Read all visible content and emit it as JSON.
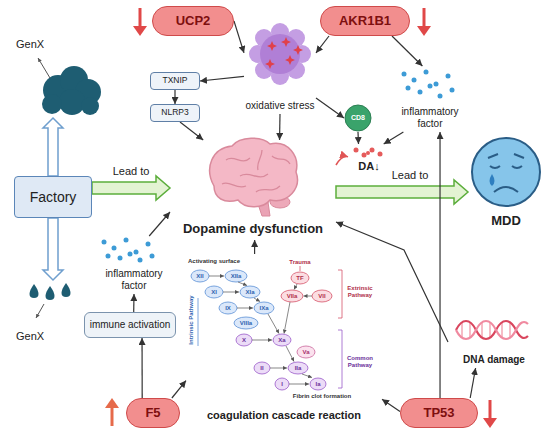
{
  "diagram": {
    "nodes": [
      {
        "text": [
          "UCP2"
        ]
      },
      {
        "text": [
          "AKR1B1"
        ]
      },
      {
        "text": [
          "oxidative stress"
        ]
      },
      {
        "text": [
          "TXNIP"
        ]
      },
      {
        "text": [
          "NLRP3"
        ]
      },
      {
        "text": [
          "GenX"
        ]
      },
      {
        "text": [
          "CD8"
        ]
      },
      {
        "text": [
          "inflammatory factor"
        ]
      },
      {
        "text": [
          "DA↓"
        ]
      },
      {
        "text": [
          "Factory"
        ]
      },
      {
        "text": [
          "Dopamine dysfunction"
        ]
      },
      {
        "text": [
          "MDD"
        ]
      },
      {
        "text": [
          "inflammatory factor"
        ]
      },
      {
        "text": [
          "GenX"
        ]
      },
      {
        "text": [
          "immune activation"
        ]
      },
      {
        "text": [
          "coagulation cascade reaction"
        ]
      },
      {
        "text": [
          "DNA damage"
        ]
      },
      {
        "text": [
          "F5"
        ]
      },
      {
        "text": [
          "TP53"
        ]
      }
    ],
    "edges": [
      {
        "from": 0,
        "to": 2,
        "arrow": "to"
      },
      {
        "from": 1,
        "to": 2,
        "arrow": "to"
      },
      {
        "from": 2,
        "to": 3,
        "arrow": "to"
      },
      {
        "from": 3,
        "to": 4,
        "arrow": "to"
      },
      {
        "from": 4,
        "to": 10,
        "arrow": "to"
      },
      {
        "from": 2,
        "to": 10,
        "arrow": "to"
      },
      {
        "from": 2,
        "to": 6,
        "arrow": "to"
      },
      {
        "from": 6,
        "to": 8,
        "arrow": "to"
      },
      {
        "from": 1,
        "to": 7,
        "arrow": "to"
      },
      {
        "from": 7,
        "to": 8,
        "arrow": "to"
      },
      {
        "from": 10,
        "to": 8,
        "arrow": "to"
      },
      {
        "from": 9,
        "to": 5,
        "arrow": "to"
      },
      {
        "from": 9,
        "to": 13,
        "arrow": "to"
      },
      {
        "from": 9,
        "to": 10,
        "label": "Lead to",
        "arrow": "to"
      },
      {
        "from": 10,
        "to": 11,
        "label": "Lead to",
        "arrow": "to"
      },
      {
        "from": 12,
        "to": 10,
        "arrow": "to"
      },
      {
        "from": 14,
        "to": 12,
        "arrow": "to"
      },
      {
        "from": 17,
        "to": 14,
        "arrow": "to"
      },
      {
        "from": 17,
        "to": 15,
        "arrow": "to"
      },
      {
        "from": 15,
        "to": 10,
        "arrow": "to"
      },
      {
        "from": 18,
        "to": 15,
        "arrow": "to"
      },
      {
        "from": 18,
        "to": 16,
        "arrow": "to"
      },
      {
        "from": 16,
        "to": 10,
        "arrow": "to"
      },
      {
        "from": 18,
        "to": 7,
        "arrow": "to"
      }
    ],
    "labels": [
      "Activating surface",
      "XII",
      "XIIa",
      "XI",
      "XIa",
      "IX",
      "IXa",
      "VIIIa",
      "X",
      "Xa",
      "Va",
      "II",
      "IIa",
      "I",
      "Ia",
      "Fibrin clot formation",
      "Trauma",
      "TF",
      "VIIa",
      "VII",
      "Intrinsic Pathway",
      "Extrinsic Pathway",
      "Common Pathway"
    ]
  }
}
